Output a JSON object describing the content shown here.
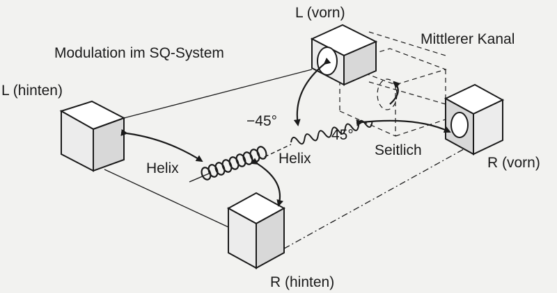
{
  "diagram": {
    "title": "Modulation im SQ-System",
    "speakers": {
      "left_front": "L (vorn)",
      "left_rear": "L (hinten)",
      "right_front": "R (vorn)",
      "right_rear": "R (hinten)",
      "center": "Mittlerer Kanal"
    },
    "labels": {
      "helix_left": "Helix",
      "helix_right": "Helix",
      "seitlich": "Seitlich",
      "angle_neg": "−45°",
      "angle_pos": "45°"
    },
    "colors": {
      "background": "#f2f2f0",
      "ink": "#1a1a1a",
      "box_top": "#ffffff",
      "box_side": "#d8d8d8",
      "box_front": "#ececec"
    }
  }
}
